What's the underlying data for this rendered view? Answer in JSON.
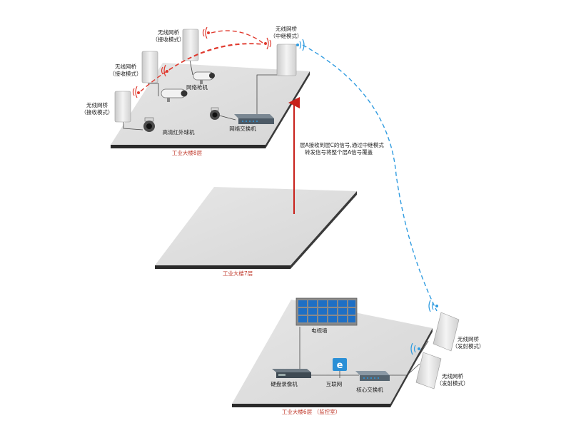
{
  "bridge_labels": {
    "name": "无线网桥",
    "receive_mode": "（接收模式）",
    "relay_mode": "（中继模式）",
    "transmit_mode": "（发射模式）"
  },
  "floor8": {
    "caption": "工业大楼8层",
    "network_camera": "网络枪机",
    "ir_dome": "高清红外球机",
    "switch": "网络交换机"
  },
  "floor7": {
    "caption": "工业大楼7层"
  },
  "floor6": {
    "caption": "工业大楼6层 （监控室）",
    "video_wall": "电视墙",
    "nvr": "硬盘录像机",
    "internet": "互联网",
    "core_switch": "核心交换机"
  },
  "relay_note": {
    "line1": "层A接收到层C的信号,通过中继模式",
    "line2": "转发信号将整个层A信号覆盖"
  },
  "colors": {
    "red_link": "#e03a2f",
    "blue_link": "#2f9be0",
    "floor_top": "#dcdcdc",
    "floor_edge": "#2a2a2a"
  }
}
